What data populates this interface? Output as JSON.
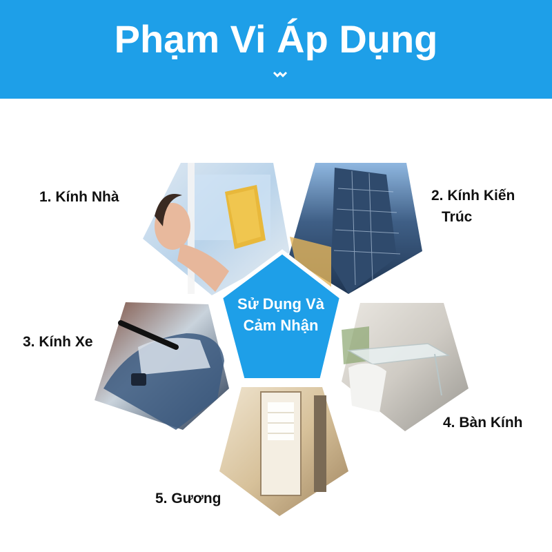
{
  "header": {
    "title": "Phạm Vi Áp Dụng",
    "background": "#1e9fe8",
    "chevron_icon": "chevron-down-icon"
  },
  "center": {
    "line1": "Sử Dụng Và",
    "line2": "Cảm Nhận",
    "fill": "#1e9fe8"
  },
  "items": [
    {
      "label": "1. Kính Nhà",
      "icon": "woman-cleaning-window-photo"
    },
    {
      "label_line1": "2. Kính Kiến",
      "label_line2": "Trúc",
      "icon": "glass-building-photo"
    },
    {
      "label": "3. Kính Xe",
      "icon": "car-wash-photo"
    },
    {
      "label": "4. Bàn Kính",
      "icon": "glass-table-photo"
    },
    {
      "label": "5. Gương",
      "icon": "mirror-room-photo"
    }
  ]
}
